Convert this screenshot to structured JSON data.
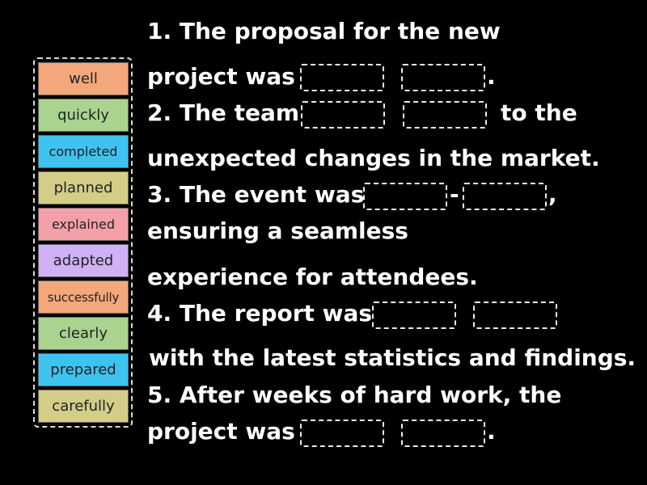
{
  "word_bank": {
    "tiles": [
      {
        "label": "well",
        "color": "#f4a77b"
      },
      {
        "label": "quickly",
        "color": "#a9d38e"
      },
      {
        "label": "completed",
        "color": "#3ec3f1"
      },
      {
        "label": "planned",
        "color": "#d3cd88"
      },
      {
        "label": "explained",
        "color": "#f4a0a8"
      },
      {
        "label": "adapted",
        "color": "#cfb1f4"
      },
      {
        "label": "successfully",
        "color": "#f4a77b"
      },
      {
        "label": "clearly",
        "color": "#a9d38e"
      },
      {
        "label": "prepared",
        "color": "#3ec3f1"
      },
      {
        "label": "carefully",
        "color": "#d3cd88"
      }
    ]
  },
  "sentences": {
    "s1_line1": "1. The proposal for the new",
    "s1_line2": "project was",
    "s1_end": ".",
    "s2_start": "2. The team",
    "s2_end": "to the",
    "s2_line2": "unexpected changes in the market.",
    "s3_start": "3. The event was",
    "s3_hyphen": "-",
    "s3_comma": ",",
    "s3_line2": "ensuring a seamless",
    "s3_line3": "experience for attendees.",
    "s4_start": "4. The report was",
    "s4_line2": "with the latest statistics and findings.",
    "s5_line1": "5. After weeks of hard work, the",
    "s5_line2": "project was",
    "s5_end": "."
  }
}
